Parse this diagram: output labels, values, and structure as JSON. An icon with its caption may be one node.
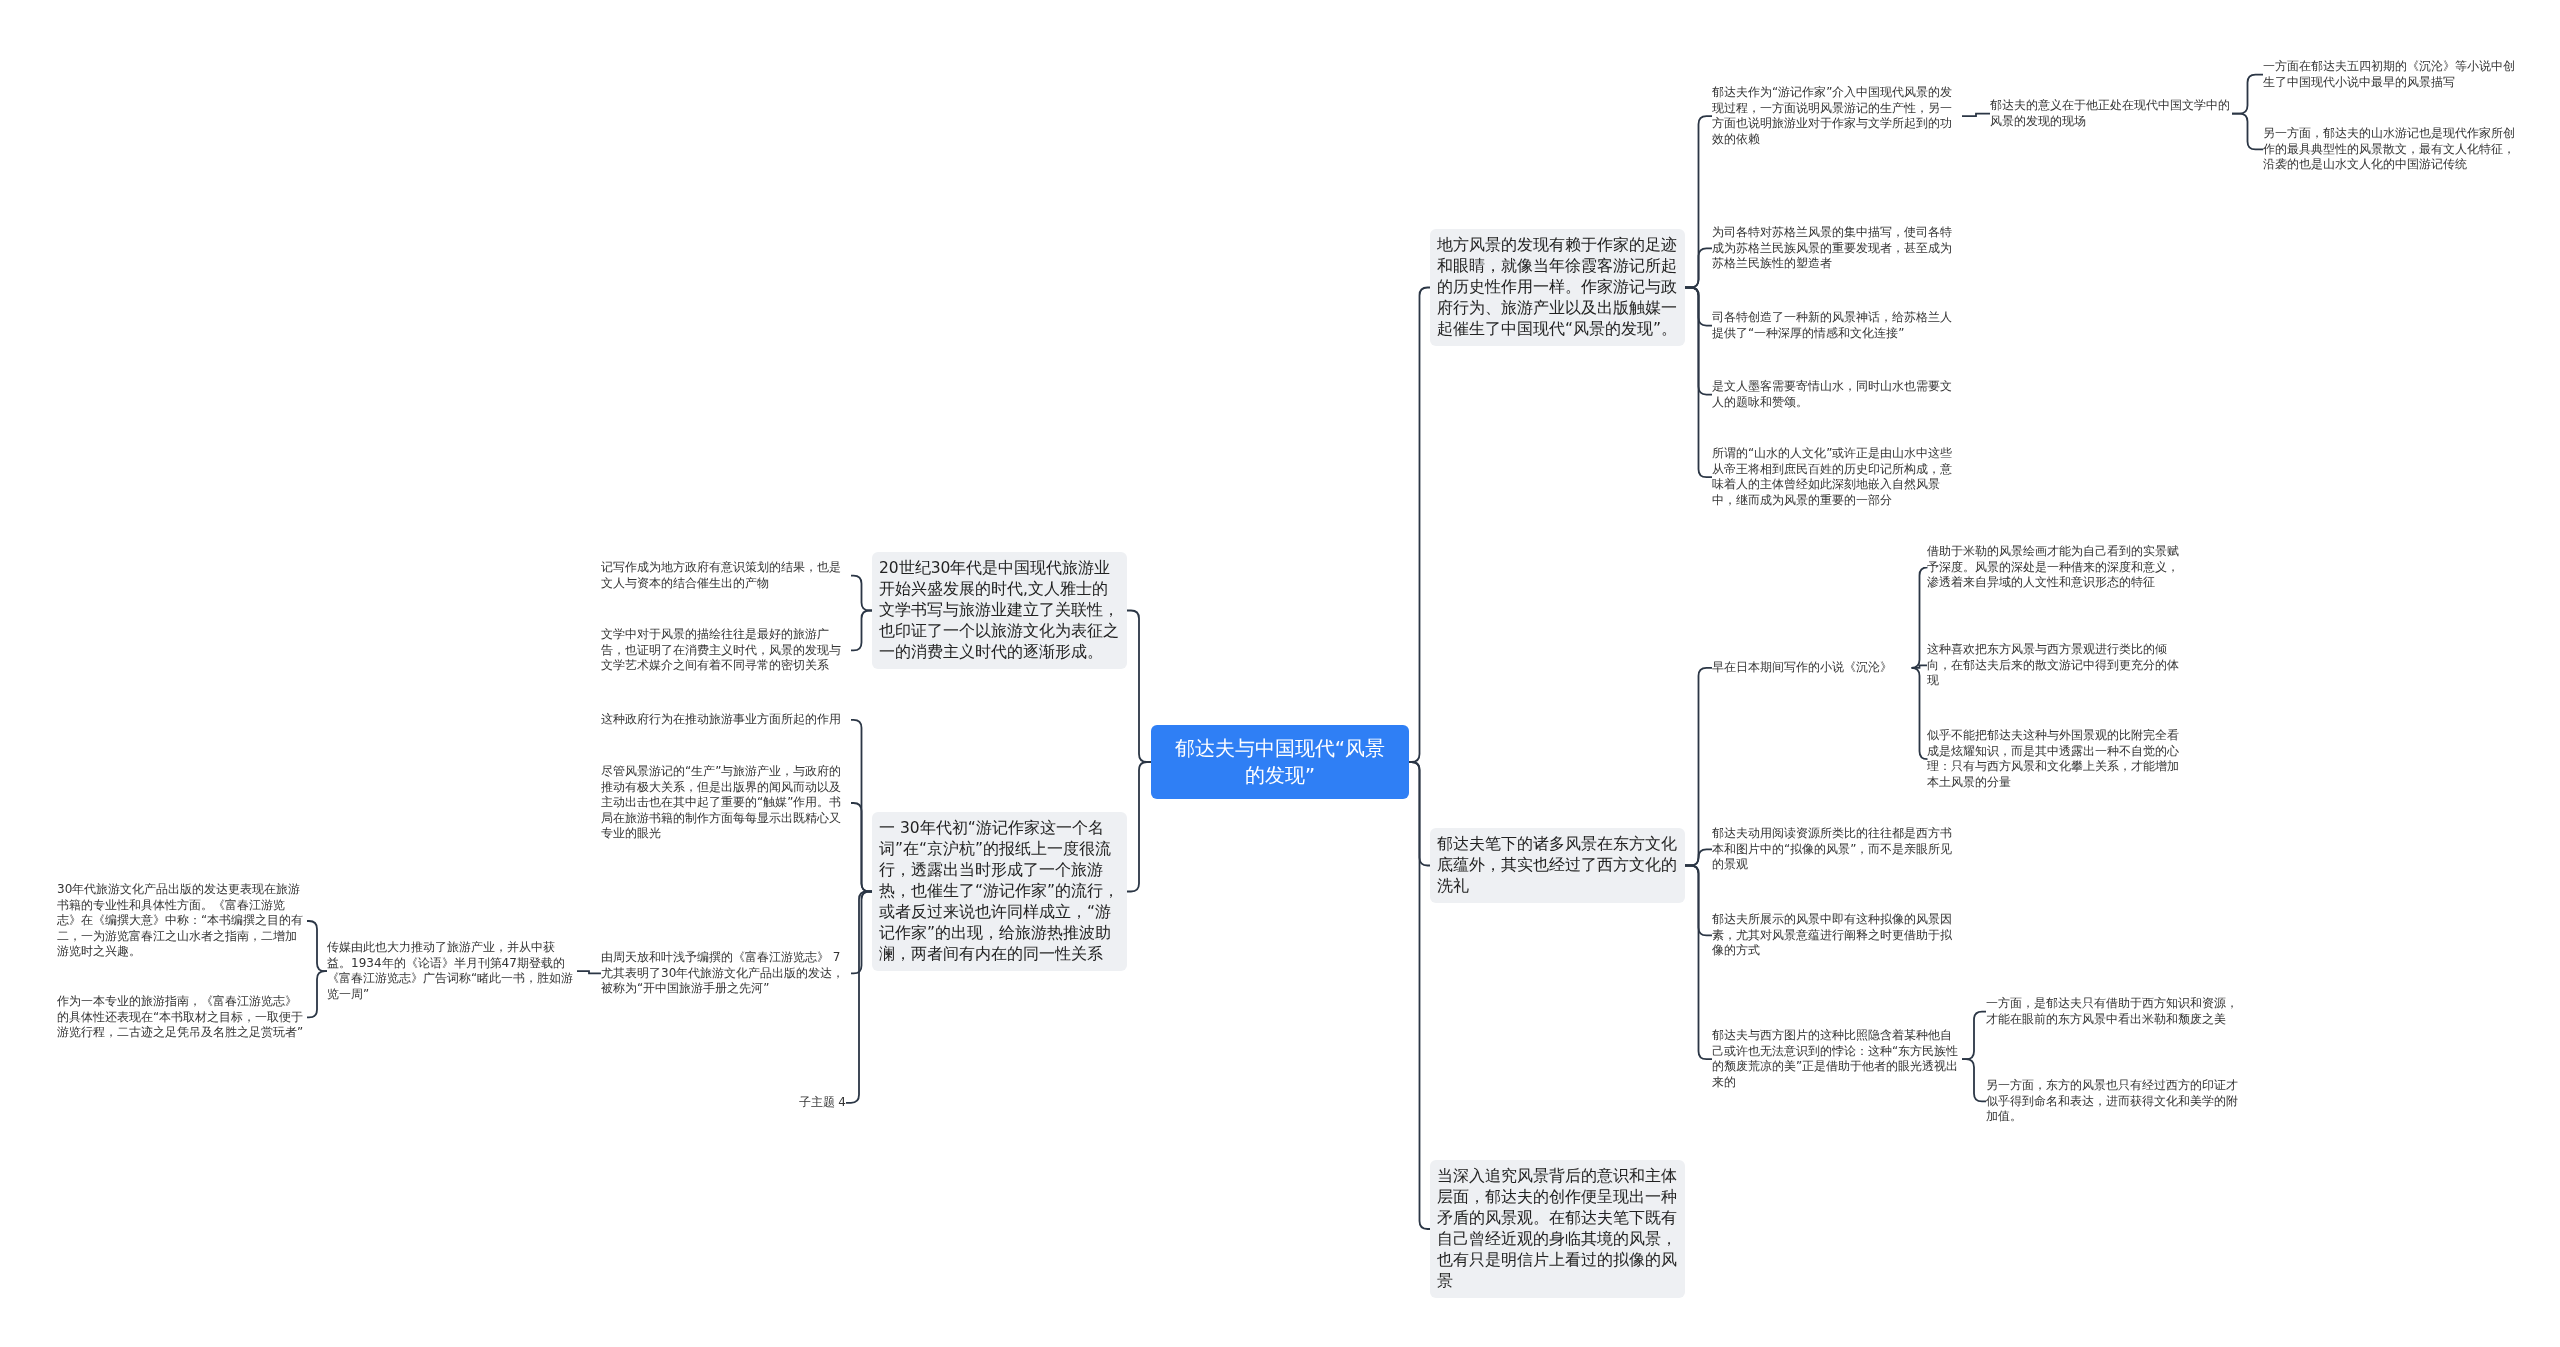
{
  "diagram": {
    "nodes": [
      {
        "text": [
          "郁达夫与中国现代“风景的发现”"
        ]
      },
      {
        "text": [
          "地方风景的发现有赖于作家的足迹和眼睛，就像当年徐霞客游记所起的历史性作用一样。作家游记与政府行为、旅游产业以及出版触媒一起催生了中国现代“风景的发现”。"
        ]
      },
      {
        "text": [
          "郁达夫作为“游记作家”介入中国现代风景的发现过程，一方面说明风景游记的生产性，另一方面也说明旅游业对于作家与文学所起到的功效的依赖"
        ]
      },
      {
        "text": [
          "郁达夫的意义在于他正处在现代中国文学中的风景的发现的现场"
        ]
      },
      {
        "text": [
          "一方面在郁达夫五四初期的《沉沦》等小说中创生了中国现代小说中最早的风景描写"
        ]
      },
      {
        "text": [
          "另一方面，郁达夫的山水游记也是现代作家所创作的最具典型性的风景散文，最有文人化特征，沿袭的也是山水文人化的中国游记传统"
        ]
      },
      {
        "text": [
          "为司各特对苏格兰风景的集中描写，使司各特成为苏格兰民族风景的重要发现者，甚至成为苏格兰民族性的塑造者"
        ]
      },
      {
        "text": [
          "司各特创造了一种新的风景神话，给苏格兰人提供了“一种深厚的情感和文化连接”"
        ]
      },
      {
        "text": [
          "是文人墨客需要寄情山水，同时山水也需要文人的题咏和赞颂。"
        ]
      },
      {
        "text": [
          "所谓的“山水的人文化”或许正是由山水中这些从帝王将相到庶民百姓的历史印记所构成，意味着人的主体曾经如此深刻地嵌入自然风景中，继而成为风景的重要的一部分"
        ]
      },
      {
        "text": [
          "郁达夫笔下的诸多风景在东方文化底蕴外，其实也经过了西方文化的洗礼"
        ]
      },
      {
        "text": [
          "早在日本期间写作的小说《沉沦》"
        ]
      },
      {
        "text": [
          "借助于米勒的风景绘画才能为自己看到的实景赋予深度。风景的深处是一种借来的深度和意义，渗透着来自异域的人文性和意识形态的特征"
        ]
      },
      {
        "text": [
          "这种喜欢把东方风景与西方景观进行类比的倾向，在郁达夫后来的散文游记中得到更充分的体现"
        ]
      },
      {
        "text": [
          "似乎不能把郁达夫这种与外国景观的比附完全看成是炫耀知识，而是其中透露出一种不自觉的心理：只有与西方风景和文化攀上关系，才能增加本土风景的分量"
        ]
      },
      {
        "text": [
          "郁达夫动用阅读资源所类比的往往都是西方书本和图片中的“拟像的风景”，而不是亲眼所见的景观"
        ]
      },
      {
        "text": [
          "郁达夫所展示的风景中即有这种拟像的风景因素，尤其对风景意蕴进行阐释之时更借助于拟像的方式"
        ]
      },
      {
        "text": [
          "郁达夫与西方图片的这种比照隐含着某种他自己或许也无法意识到的悖论：这种“东方民族性的颓废荒凉的美”正是借助于他者的眼光透视出来的"
        ]
      },
      {
        "text": [
          "一方面，是郁达夫只有借助于西方知识和资源，才能在眼前的东方风景中看出米勒和颓废之美"
        ]
      },
      {
        "text": [
          "另一方面，东方的风景也只有经过西方的印证才似乎得到命名和表达，进而获得文化和美学的附加值。"
        ]
      },
      {
        "text": [
          "当深入追究风景背后的意识和主体层面，郁达夫的创作便呈现出一种矛盾的风景观。在郁达夫笔下既有自己曾经近观的身临其境的风景，也有只是明信片上看过的拟像的风景"
        ]
      },
      {
        "text": [
          "20世纪30年代是中国现代旅游业开始兴盛发展的时代,文人雅士的文学书写与旅游业建立了关联性，也印证了一个以旅游文化为表征之一的消费主义时代的逐渐形成。"
        ]
      },
      {
        "text": [
          "记写作成为地方政府有意识策划的结果，也是文人与资本的结合催生出的产物"
        ]
      },
      {
        "text": [
          "文学中对于风景的描绘往往是最好的旅游广告，也证明了在消费主义时代，风景的发现与文学艺术媒介之间有着不同寻常的密切关系"
        ]
      },
      {
        "text": [
          "一 30年代初“游记作家这一个名词”在“京沪杭”的报纸上一度很流行，透露出当时形成了一个旅游热，也催生了“游记作家”的流行，或者反过来说也许同样成立，“游记作家”的出现，给旅游热推波助澜，两者间有内在的同一性关系"
        ]
      },
      {
        "text": [
          "这种政府行为在推动旅游事业方面所起的作用"
        ]
      },
      {
        "text": [
          "尽管风景游记的“生产”与旅游产业，与政府的推动有极大关系，但是出版界的闻风而动以及主动出击也在其中起了重要的“触媒”作用。书局在旅游书籍的制作方面每每显示出既精心又专业的眼光"
        ]
      },
      {
        "text": [
          "由周天放和叶浅予编撰的《富春江游览志》 7 尤其表明了30年代旅游文化产品出版的发达，被称为“开中国旅游手册之先河”"
        ]
      },
      {
        "text": [
          "传媒由此也大力推动了旅游产业，并从中获益。1934年的《论语》半月刊第47期登载的《富春江游览志》广告词称“睹此一书，胜如游览一周”"
        ]
      },
      {
        "text": [
          "30年代旅游文化产品出版的发达更表现在旅游书籍的专业性和具体性方面。《富春江游览志》在《编撰大意》中称：“本书编撰之目的有二，一为游览富春江之山水者之指南，二增加游览时之兴趣。"
        ]
      },
      {
        "text": [
          "作为一本专业的旅游指南，《富春江游览志》的具体性还表现在“本书取材之目标，一取便于游览行程，二古迹之足凭吊及名胜之足赏玩者”"
        ]
      },
      {
        "text": [
          "子主题 4"
        ]
      }
    ],
    "edges": [
      {
        "from": 0,
        "to": 1,
        "arrow": "none"
      },
      {
        "from": 1,
        "to": 2,
        "arrow": "none"
      },
      {
        "from": 2,
        "to": 3,
        "arrow": "none"
      },
      {
        "from": 3,
        "to": 4,
        "arrow": "none"
      },
      {
        "from": 3,
        "to": 5,
        "arrow": "none"
      },
      {
        "from": 1,
        "to": 6,
        "arrow": "none"
      },
      {
        "from": 1,
        "to": 7,
        "arrow": "none"
      },
      {
        "from": 1,
        "to": 8,
        "arrow": "none"
      },
      {
        "from": 1,
        "to": 9,
        "arrow": "none"
      },
      {
        "from": 0,
        "to": 10,
        "arrow": "none"
      },
      {
        "from": 10,
        "to": 11,
        "arrow": "none"
      },
      {
        "from": 11,
        "to": 12,
        "arrow": "none"
      },
      {
        "from": 11,
        "to": 13,
        "arrow": "none"
      },
      {
        "from": 11,
        "to": 14,
        "arrow": "none"
      },
      {
        "from": 10,
        "to": 15,
        "arrow": "none"
      },
      {
        "from": 10,
        "to": 16,
        "arrow": "none"
      },
      {
        "from": 10,
        "to": 17,
        "arrow": "none"
      },
      {
        "from": 17,
        "to": 18,
        "arrow": "none"
      },
      {
        "from": 17,
        "to": 19,
        "arrow": "none"
      },
      {
        "from": 0,
        "to": 20,
        "arrow": "none"
      },
      {
        "from": 0,
        "to": 21,
        "arrow": "none"
      },
      {
        "from": 21,
        "to": 22,
        "arrow": "none"
      },
      {
        "from": 21,
        "to": 23,
        "arrow": "none"
      },
      {
        "from": 0,
        "to": 24,
        "arrow": "none"
      },
      {
        "from": 24,
        "to": 25,
        "arrow": "none"
      },
      {
        "from": 24,
        "to": 26,
        "arrow": "none"
      },
      {
        "from": 24,
        "to": 27,
        "arrow": "none"
      },
      {
        "from": 27,
        "to": 28,
        "arrow": "none"
      },
      {
        "from": 28,
        "to": 29,
        "arrow": "none"
      },
      {
        "from": 28,
        "to": 30,
        "arrow": "none"
      },
      {
        "from": 24,
        "to": 31,
        "arrow": "none"
      }
    ]
  }
}
